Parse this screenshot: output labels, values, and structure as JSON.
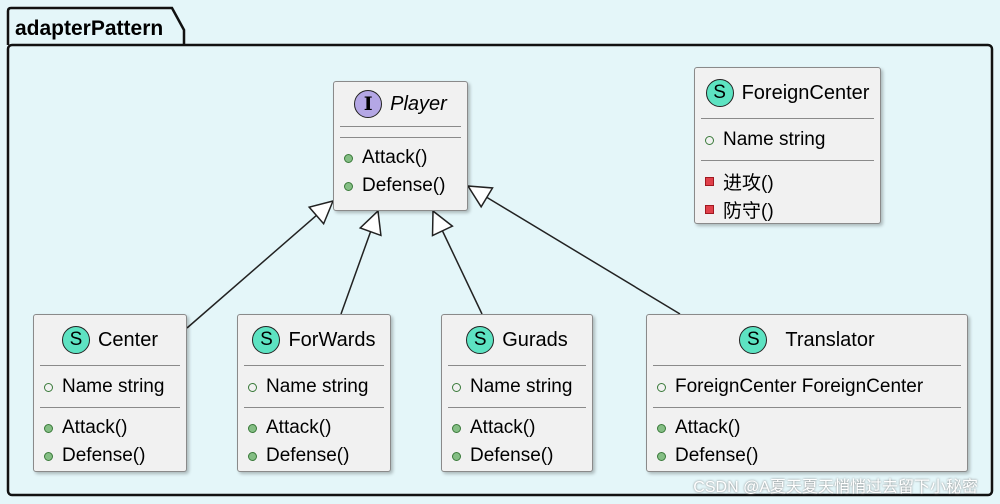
{
  "package": {
    "title": "adapterPattern"
  },
  "classes": {
    "player": {
      "stereotype": "I",
      "name": "Player",
      "fields": [],
      "methods": [
        "Attack()",
        "Defense()"
      ]
    },
    "foreign_center": {
      "stereotype": "S",
      "name": "ForeignCenter",
      "fields": [
        "Name string"
      ],
      "methods": [
        "进攻()",
        "防守()"
      ]
    },
    "center": {
      "stereotype": "S",
      "name": "Center",
      "fields": [
        "Name string"
      ],
      "methods": [
        "Attack()",
        "Defense()"
      ]
    },
    "forwards": {
      "stereotype": "S",
      "name": "ForWards",
      "fields": [
        "Name string"
      ],
      "methods": [
        "Attack()",
        "Defense()"
      ]
    },
    "gurads": {
      "stereotype": "S",
      "name": "Gurads",
      "fields": [
        "Name string"
      ],
      "methods": [
        "Attack()",
        "Defense()"
      ]
    },
    "translator": {
      "stereotype": "S",
      "name": "Translator",
      "fields": [
        "ForeignCenter ForeignCenter"
      ],
      "methods": [
        "Attack()",
        "Defense()"
      ]
    }
  },
  "relations": [
    {
      "from": "center",
      "to": "player",
      "type": "realization"
    },
    {
      "from": "forwards",
      "to": "player",
      "type": "realization"
    },
    {
      "from": "gurads",
      "to": "player",
      "type": "realization"
    },
    {
      "from": "translator",
      "to": "player",
      "type": "realization"
    }
  ],
  "watermark": "CSDN @A夏天夏天悄悄过去留下小秘密",
  "colors": {
    "background": "#e4f6f9",
    "struct_badge": "#5de3c2",
    "interface_badge": "#b4a7e5",
    "public_member": "#84be84",
    "private_member": "#e0404a"
  }
}
